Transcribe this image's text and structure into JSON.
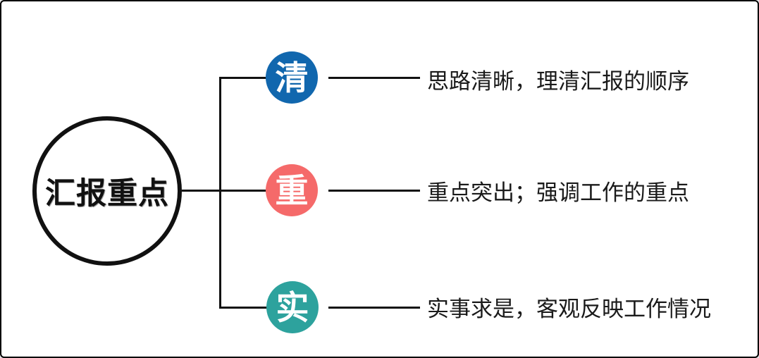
{
  "diagram": {
    "root": {
      "label": "汇报重点"
    },
    "branches": [
      {
        "key": "清",
        "color": "#1167ae",
        "description": "思路清晰，理清汇报的顺序"
      },
      {
        "key": "重",
        "color": "#f56a6a",
        "description": "重点突出；强调工作的重点"
      },
      {
        "key": "实",
        "color": "#2da29d",
        "description": "实事求是，客观反映工作情况"
      }
    ],
    "colors": {
      "line": "#111111",
      "text": "#1a1a1a",
      "root_outline": "#111111",
      "background": "#ffffff",
      "frame_border": "#000000"
    }
  }
}
